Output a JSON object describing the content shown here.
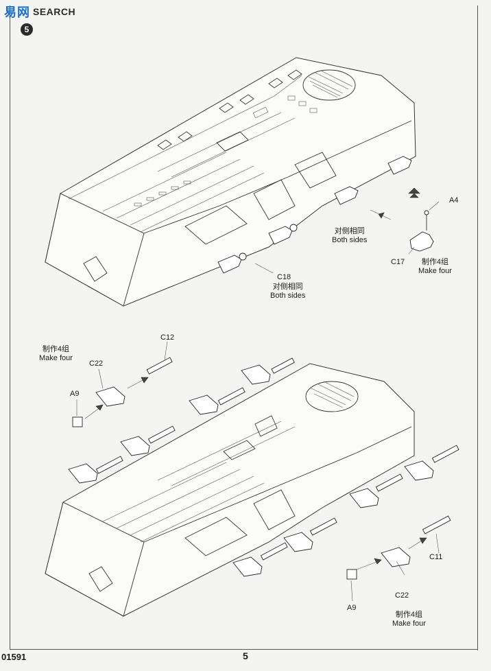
{
  "header": {
    "watermark_cn": "易网",
    "watermark_en": "SEARCH",
    "step_number": "5"
  },
  "upper_assembly": {
    "part_a4": "A4",
    "part_c17": "C17",
    "part_c18": "C18",
    "note_both_sides_right_cn": "对侧相同",
    "note_both_sides_right_en": "Both sides",
    "note_make_four_cn": "制作4组",
    "note_make_four_en": "Make four",
    "note_both_sides_c18_cn": "对侧相同",
    "note_both_sides_c18_en": "Both sides"
  },
  "lower_assembly": {
    "left_group": {
      "note_make_four_cn": "制作4组",
      "note_make_four_en": "Make four",
      "part_c12": "C12",
      "part_c22": "C22",
      "part_a9": "A9"
    },
    "right_group": {
      "part_c11": "C11",
      "part_c22": "C22",
      "part_a9": "A9",
      "note_make_four_cn": "制作4组",
      "note_make_four_en": "Make four"
    }
  },
  "footer": {
    "product_code": "01591",
    "page_number": "5"
  }
}
